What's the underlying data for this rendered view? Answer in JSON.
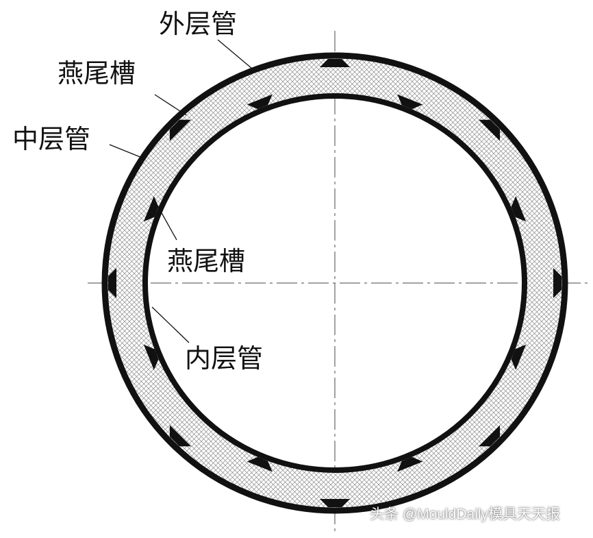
{
  "labels": {
    "outer_pipe": "外层管",
    "dovetail_top": "燕尾槽",
    "middle_pipe": "中层管",
    "dovetail_inner": "燕尾槽",
    "inner_pipe": "内层管"
  },
  "watermark": {
    "prefix": "头条",
    "handle": "@MouldDaily模具天天报"
  },
  "colors": {
    "line": "#111111",
    "hatch": "#8a8a8a",
    "background": "#ffffff"
  }
}
